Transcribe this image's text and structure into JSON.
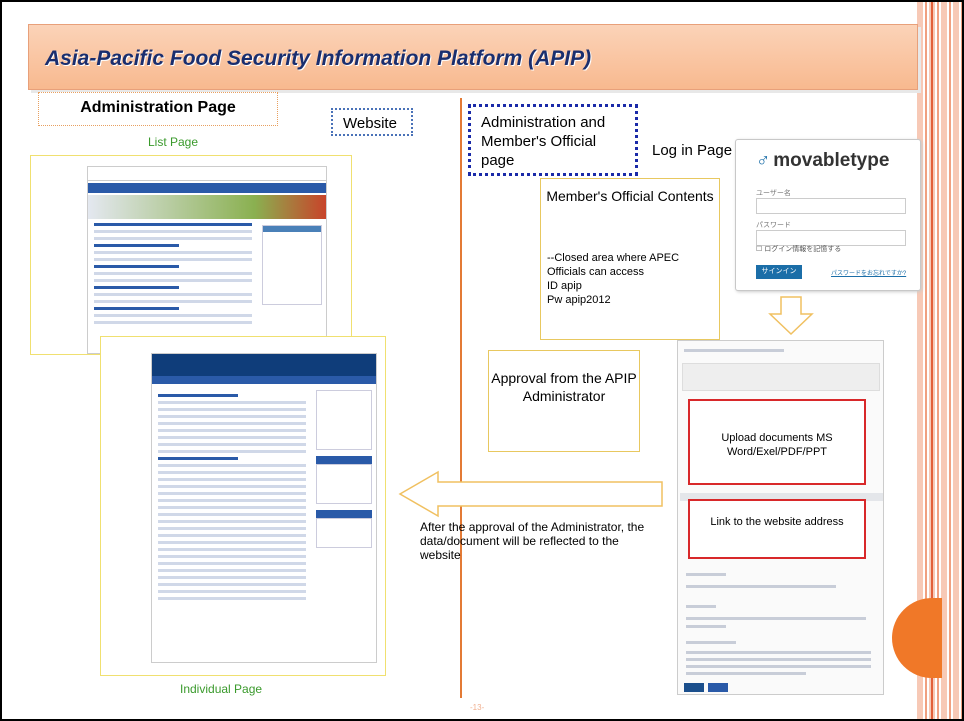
{
  "title": "Asia-Pacific Food Security Information Platform (APIP)",
  "admin_page_label": "Administration Page",
  "website_label": "Website",
  "admin_member_label": "Administration and Member's Official page",
  "login_page_label": "Log in Page",
  "list_page_label": "List Page",
  "individual_page_label": "Individual Page",
  "login_panel": {
    "logo_text": "movabletype",
    "username_label": "ユーザー名",
    "password_label": "パスワード",
    "remember_label": "ログイン情報を記憶する",
    "signin_label": "サインイン",
    "forgot_label": "パスワードをお忘れですか?"
  },
  "members_contents": {
    "heading": "Member's Official Contents",
    "line1": "--Closed area where APEC Officials can access",
    "line2": "ID apip",
    "line3": "Pw apip2012"
  },
  "approval": {
    "text": "Approval from the APIP Administrator"
  },
  "editor": {
    "upload_text": "Upload documents MS Word/Exel/PDF/PPT",
    "link_text": "Link to the website address"
  },
  "after_text": "After the approval of the Administrator, the data/document will be reflected to the website",
  "page_number": "-13-",
  "colors": {
    "title_text": "#1a2e6e",
    "accent_orange": "#f07828",
    "website_border": "#4a72b8",
    "admin_member_border": "#1a2aa8",
    "highlight_red": "#d8282a",
    "caption_green": "#3a9a2c"
  }
}
